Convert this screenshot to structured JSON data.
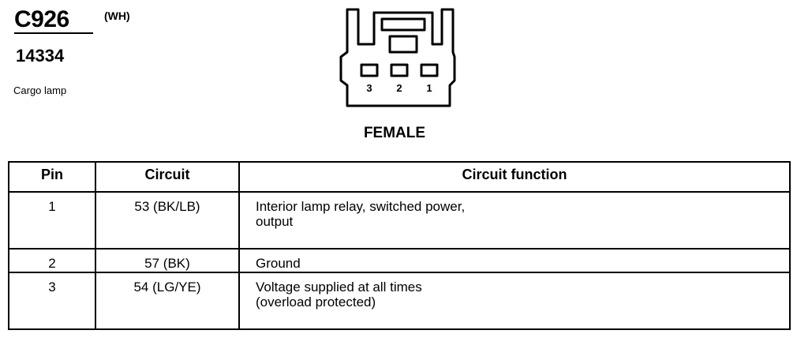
{
  "connector": {
    "id": "C926",
    "color": "(WH)",
    "part_number": "14334",
    "description": "Cargo lamp",
    "gender": "FEMALE",
    "diagram_pins": [
      "3",
      "2",
      "1"
    ]
  },
  "table": {
    "headers": [
      "Pin",
      "Circuit",
      "Circuit function"
    ],
    "rows": [
      {
        "pin": "1",
        "circuit": "53 (BK/LB)",
        "function_lines": [
          "Interior lamp relay, switched power,",
          "output"
        ]
      },
      {
        "pin": "2",
        "circuit": "57 (BK)",
        "function_lines": [
          "Ground"
        ]
      },
      {
        "pin": "3",
        "circuit": "54 (LG/YE)",
        "function_lines": [
          "Voltage supplied at all times",
          "(overload protected)"
        ]
      }
    ]
  }
}
